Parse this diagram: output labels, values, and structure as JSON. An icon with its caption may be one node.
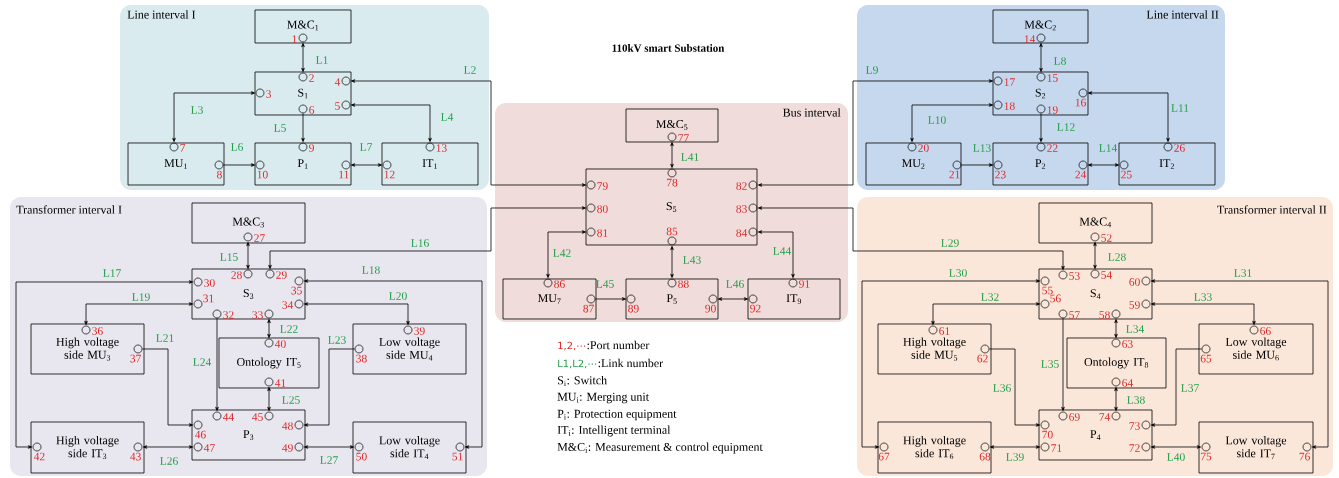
{
  "diagram": {
    "title": "110kV smart Substation",
    "nodes": [
      {
        "text": [
          "Line interval I"
        ]
      },
      {
        "text": [
          "M&C$_{1}$"
        ],
        "in": 0
      },
      {
        "text": [
          "S$_{1}$"
        ],
        "in": 0
      },
      {
        "text": [
          "MU$_{1}$"
        ],
        "in": 0
      },
      {
        "text": [
          "P$_{1}$"
        ],
        "in": 0
      },
      {
        "text": [
          "IT$_{1}$"
        ],
        "in": 0
      },
      {
        "text": [],
        "shape": "circle",
        "beside": [
          "1"
        ],
        "in": 1
      },
      {
        "text": [],
        "shape": "circle",
        "beside": [
          "2"
        ],
        "in": 2
      },
      {
        "text": [],
        "shape": "circle",
        "beside": [
          "3"
        ],
        "in": 2
      },
      {
        "text": [],
        "shape": "circle",
        "beside": [
          "4"
        ],
        "in": 2
      },
      {
        "text": [],
        "shape": "circle",
        "beside": [
          "5"
        ],
        "in": 2
      },
      {
        "text": [],
        "shape": "circle",
        "beside": [
          "6"
        ],
        "in": 2
      },
      {
        "text": [],
        "shape": "circle",
        "beside": [
          "7"
        ],
        "in": 3
      },
      {
        "text": [],
        "shape": "circle",
        "beside": [
          "8"
        ],
        "in": 3
      },
      {
        "text": [],
        "shape": "circle",
        "beside": [
          "9"
        ],
        "in": 4
      },
      {
        "text": [],
        "shape": "circle",
        "beside": [
          "10"
        ],
        "in": 4
      },
      {
        "text": [],
        "shape": "circle",
        "beside": [
          "11"
        ],
        "in": 4
      },
      {
        "text": [],
        "shape": "circle",
        "beside": [
          "12"
        ],
        "in": 5
      },
      {
        "text": [],
        "shape": "circle",
        "beside": [
          "13"
        ],
        "in": 5
      },
      {
        "text": [
          "Line interval II"
        ]
      },
      {
        "text": [
          "M&C$_{2}$"
        ],
        "in": 19
      },
      {
        "text": [
          "S$_{2}$"
        ],
        "in": 19
      },
      {
        "text": [
          "MU$_{2}$"
        ],
        "in": 19
      },
      {
        "text": [
          "P$_{2}$"
        ],
        "in": 19
      },
      {
        "text": [
          "IT$_{2}$"
        ],
        "in": 19
      },
      {
        "text": [],
        "shape": "circle",
        "beside": [
          "14"
        ],
        "in": 20
      },
      {
        "text": [],
        "shape": "circle",
        "beside": [
          "15"
        ],
        "in": 21
      },
      {
        "text": [],
        "shape": "circle",
        "beside": [
          "16"
        ],
        "in": 21
      },
      {
        "text": [],
        "shape": "circle",
        "beside": [
          "17"
        ],
        "in": 21
      },
      {
        "text": [],
        "shape": "circle",
        "beside": [
          "18"
        ],
        "in": 21
      },
      {
        "text": [],
        "shape": "circle",
        "beside": [
          "19"
        ],
        "in": 21
      },
      {
        "text": [],
        "shape": "circle",
        "beside": [
          "20"
        ],
        "in": 22
      },
      {
        "text": [],
        "shape": "circle",
        "beside": [
          "21"
        ],
        "in": 22
      },
      {
        "text": [],
        "shape": "circle",
        "beside": [
          "22"
        ],
        "in": 23
      },
      {
        "text": [],
        "shape": "circle",
        "beside": [
          "23"
        ],
        "in": 23
      },
      {
        "text": [],
        "shape": "circle",
        "beside": [
          "24"
        ],
        "in": 23
      },
      {
        "text": [],
        "shape": "circle",
        "beside": [
          "25"
        ],
        "in": 24
      },
      {
        "text": [],
        "shape": "circle",
        "beside": [
          "26"
        ],
        "in": 24
      },
      {
        "text": [
          "Bus interval"
        ]
      },
      {
        "text": [
          "M&C$_{5}$"
        ],
        "in": 38
      },
      {
        "text": [
          "S$_{5}$"
        ],
        "in": 38
      },
      {
        "text": [
          "MU$_{7}$"
        ],
        "in": 38
      },
      {
        "text": [
          "P$_{5}$"
        ],
        "in": 38
      },
      {
        "text": [
          "IT$_{9}$"
        ],
        "in": 38
      },
      {
        "text": [],
        "shape": "circle",
        "beside": [
          "77"
        ],
        "in": 39
      },
      {
        "text": [],
        "shape": "circle",
        "beside": [
          "78"
        ],
        "in": 40
      },
      {
        "text": [],
        "shape": "circle",
        "beside": [
          "79"
        ],
        "in": 40
      },
      {
        "text": [],
        "shape": "circle",
        "beside": [
          "80"
        ],
        "in": 40
      },
      {
        "text": [],
        "shape": "circle",
        "beside": [
          "81"
        ],
        "in": 40
      },
      {
        "text": [],
        "shape": "circle",
        "beside": [
          "82"
        ],
        "in": 40
      },
      {
        "text": [],
        "shape": "circle",
        "beside": [
          "83"
        ],
        "in": 40
      },
      {
        "text": [],
        "shape": "circle",
        "beside": [
          "84"
        ],
        "in": 40
      },
      {
        "text": [],
        "shape": "circle",
        "beside": [
          "85"
        ],
        "in": 40
      },
      {
        "text": [],
        "shape": "circle",
        "beside": [
          "86"
        ],
        "in": 41
      },
      {
        "text": [],
        "shape": "circle",
        "beside": [
          "87"
        ],
        "in": 41
      },
      {
        "text": [],
        "shape": "circle",
        "beside": [
          "88"
        ],
        "in": 42
      },
      {
        "text": [],
        "shape": "circle",
        "beside": [
          "89"
        ],
        "in": 42
      },
      {
        "text": [],
        "shape": "circle",
        "beside": [
          "90"
        ],
        "in": 42
      },
      {
        "text": [],
        "shape": "circle",
        "beside": [
          "91"
        ],
        "in": 43
      },
      {
        "text": [],
        "shape": "circle",
        "beside": [
          "92"
        ],
        "in": 43
      },
      {
        "text": [
          "Transformer interval I"
        ]
      },
      {
        "text": [
          "M&C$_{3}$"
        ],
        "in": 60
      },
      {
        "text": [
          "S$_{3}$"
        ],
        "in": 60
      },
      {
        "text": [
          "High voltage side MU$_{3}$"
        ],
        "in": 60
      },
      {
        "text": [
          "Ontology IT$_{5}$"
        ],
        "in": 60
      },
      {
        "text": [
          "Low voltage side MU$_{4}$"
        ],
        "in": 60
      },
      {
        "text": [
          "P$_{3}$"
        ],
        "in": 60
      },
      {
        "text": [
          "High voltage side IT$_{3}$"
        ],
        "in": 60
      },
      {
        "text": [
          "Low voltage side IT$_{4}$"
        ],
        "in": 60
      },
      {
        "text": [],
        "shape": "circle",
        "beside": [
          "27"
        ],
        "in": 61
      },
      {
        "text": [],
        "shape": "circle",
        "beside": [
          "28"
        ],
        "in": 62
      },
      {
        "text": [],
        "shape": "circle",
        "beside": [
          "29"
        ],
        "in": 62
      },
      {
        "text": [],
        "shape": "circle",
        "beside": [
          "30"
        ],
        "in": 62
      },
      {
        "text": [],
        "shape": "circle",
        "beside": [
          "31"
        ],
        "in": 62
      },
      {
        "text": [],
        "shape": "circle",
        "beside": [
          "32"
        ],
        "in": 62
      },
      {
        "text": [],
        "shape": "circle",
        "beside": [
          "33"
        ],
        "in": 62
      },
      {
        "text": [],
        "shape": "circle",
        "beside": [
          "34"
        ],
        "in": 62
      },
      {
        "text": [],
        "shape": "circle",
        "beside": [
          "35"
        ],
        "in": 62
      },
      {
        "text": [],
        "shape": "circle",
        "beside": [
          "36"
        ],
        "in": 63
      },
      {
        "text": [],
        "shape": "circle",
        "beside": [
          "37"
        ],
        "in": 63
      },
      {
        "text": [],
        "shape": "circle",
        "beside": [
          "38"
        ],
        "in": 65
      },
      {
        "text": [],
        "shape": "circle",
        "beside": [
          "39"
        ],
        "in": 65
      },
      {
        "text": [],
        "shape": "circle",
        "beside": [
          "40"
        ],
        "in": 64
      },
      {
        "text": [],
        "shape": "circle",
        "beside": [
          "41"
        ],
        "in": 64
      },
      {
        "text": [],
        "shape": "circle",
        "beside": [
          "42"
        ],
        "in": 67
      },
      {
        "text": [],
        "shape": "circle",
        "beside": [
          "43"
        ],
        "in": 67
      },
      {
        "text": [],
        "shape": "circle",
        "beside": [
          "44"
        ],
        "in": 66
      },
      {
        "text": [],
        "shape": "circle",
        "beside": [
          "45"
        ],
        "in": 66
      },
      {
        "text": [],
        "shape": "circle",
        "beside": [
          "46"
        ],
        "in": 66
      },
      {
        "text": [],
        "shape": "circle",
        "beside": [
          "47"
        ],
        "in": 66
      },
      {
        "text": [],
        "shape": "circle",
        "beside": [
          "48"
        ],
        "in": 66
      },
      {
        "text": [],
        "shape": "circle",
        "beside": [
          "49"
        ],
        "in": 66
      },
      {
        "text": [],
        "shape": "circle",
        "beside": [
          "50"
        ],
        "in": 68
      },
      {
        "text": [],
        "shape": "circle",
        "beside": [
          "51"
        ],
        "in": 68
      },
      {
        "text": [
          "Transformer interval II"
        ]
      },
      {
        "text": [
          "M&C$_{4}$"
        ],
        "in": 94
      },
      {
        "text": [
          "S$_{4}$"
        ],
        "in": 94
      },
      {
        "text": [
          "High voltage side MU$_{5}$"
        ],
        "in": 94
      },
      {
        "text": [
          "Ontology IT$_{8}$"
        ],
        "in": 94
      },
      {
        "text": [
          "Low voltage side MU$_{6}$"
        ],
        "in": 94
      },
      {
        "text": [
          "P$_{4}$"
        ],
        "in": 94
      },
      {
        "text": [
          "High voltage side IT$_{6}$"
        ],
        "in": 94
      },
      {
        "text": [
          "Low voltage side IT$_{7}$"
        ],
        "in": 94
      },
      {
        "text": [],
        "shape": "circle",
        "beside": [
          "52"
        ],
        "in": 95
      },
      {
        "text": [],
        "shape": "circle",
        "beside": [
          "53"
        ],
        "in": 96
      },
      {
        "text": [],
        "shape": "circle",
        "beside": [
          "54"
        ],
        "in": 96
      },
      {
        "text": [],
        "shape": "circle",
        "beside": [
          "55"
        ],
        "in": 96
      },
      {
        "text": [],
        "shape": "circle",
        "beside": [
          "56"
        ],
        "in": 96
      },
      {
        "text": [],
        "shape": "circle",
        "beside": [
          "57"
        ],
        "in": 96
      },
      {
        "text": [],
        "shape": "circle",
        "beside": [
          "58"
        ],
        "in": 96
      },
      {
        "text": [],
        "shape": "circle",
        "beside": [
          "59"
        ],
        "in": 96
      },
      {
        "text": [],
        "shape": "circle",
        "beside": [
          "60"
        ],
        "in": 96
      },
      {
        "text": [],
        "shape": "circle",
        "beside": [
          "61"
        ],
        "in": 97
      },
      {
        "text": [],
        "shape": "circle",
        "beside": [
          "62"
        ],
        "in": 97
      },
      {
        "text": [],
        "shape": "circle",
        "beside": [
          "63"
        ],
        "in": 98
      },
      {
        "text": [],
        "shape": "circle",
        "beside": [
          "64"
        ],
        "in": 98
      },
      {
        "text": [],
        "shape": "circle",
        "beside": [
          "65"
        ],
        "in": 99
      },
      {
        "text": [],
        "shape": "circle",
        "beside": [
          "66"
        ],
        "in": 99
      },
      {
        "text": [],
        "shape": "circle",
        "beside": [
          "67"
        ],
        "in": 101
      },
      {
        "text": [],
        "shape": "circle",
        "beside": [
          "68"
        ],
        "in": 101
      },
      {
        "text": [],
        "shape": "circle",
        "beside": [
          "69"
        ],
        "in": 100
      },
      {
        "text": [],
        "shape": "circle",
        "beside": [
          "70"
        ],
        "in": 100
      },
      {
        "text": [],
        "shape": "circle",
        "beside": [
          "71"
        ],
        "in": 100
      },
      {
        "text": [],
        "shape": "circle",
        "beside": [
          "72"
        ],
        "in": 100
      },
      {
        "text": [],
        "shape": "circle",
        "beside": [
          "73"
        ],
        "in": 100
      },
      {
        "text": [],
        "shape": "circle",
        "beside": [
          "74"
        ],
        "in": 100
      },
      {
        "text": [],
        "shape": "circle",
        "beside": [
          "75"
        ],
        "in": 102
      },
      {
        "text": [],
        "shape": "circle",
        "beside": [
          "76"
        ],
        "in": 102
      }
    ],
    "edges": [
      {
        "from": 6,
        "to": 7,
        "arrow": "both",
        "label": "L1"
      },
      {
        "from": 9,
        "to": 46,
        "arrow": "both",
        "label": "L2"
      },
      {
        "from": 8,
        "to": 12,
        "arrow": "both",
        "label": "L3"
      },
      {
        "from": 10,
        "to": 18,
        "arrow": "both",
        "label": "L4"
      },
      {
        "from": 11,
        "to": 14,
        "arrow": "to",
        "label": "L5"
      },
      {
        "from": 13,
        "to": 15,
        "arrow": "to",
        "label": "L6"
      },
      {
        "from": 16,
        "to": 17,
        "arrow": "both",
        "label": "L7"
      },
      {
        "from": 25,
        "to": 26,
        "arrow": "both",
        "label": "L8"
      },
      {
        "from": 28,
        "to": 49,
        "arrow": "both",
        "label": "L9"
      },
      {
        "from": 29,
        "to": 31,
        "arrow": "both",
        "label": "L10"
      },
      {
        "from": 27,
        "to": 37,
        "arrow": "both",
        "label": "L11"
      },
      {
        "from": 30,
        "to": 33,
        "arrow": "to",
        "label": "L12"
      },
      {
        "from": 32,
        "to": 34,
        "arrow": "to",
        "label": "L13"
      },
      {
        "from": 35,
        "to": 36,
        "arrow": "both",
        "label": "L14"
      },
      {
        "from": 69,
        "to": 70,
        "arrow": "both",
        "label": "L15"
      },
      {
        "from": 71,
        "to": 47,
        "arrow": "both",
        "label": "L16"
      },
      {
        "from": 72,
        "to": 84,
        "arrow": "both",
        "label": "L17"
      },
      {
        "from": 77,
        "to": 93,
        "arrow": "both",
        "label": "L18"
      },
      {
        "from": 73,
        "to": 78,
        "arrow": "both",
        "label": "L19"
      },
      {
        "from": 76,
        "to": 81,
        "arrow": "both",
        "label": "L20"
      },
      {
        "from": 79,
        "to": 88,
        "arrow": "to",
        "label": "L21"
      },
      {
        "from": 75,
        "to": 82,
        "arrow": "both",
        "label": "L22"
      },
      {
        "from": 80,
        "to": 90,
        "arrow": "to",
        "label": "L23"
      },
      {
        "from": 74,
        "to": 86,
        "arrow": "to",
        "label": "L24"
      },
      {
        "from": 83,
        "to": 87,
        "arrow": "both",
        "label": "L25"
      },
      {
        "from": 85,
        "to": 89,
        "arrow": "both",
        "label": "L26"
      },
      {
        "from": 91,
        "to": 92,
        "arrow": "both",
        "label": "L27"
      },
      {
        "from": 103,
        "to": 105,
        "arrow": "both",
        "label": "L28"
      },
      {
        "from": 104,
        "to": 50,
        "arrow": "both",
        "label": "L29"
      },
      {
        "from": 106,
        "to": 118,
        "arrow": "both",
        "label": "L30"
      },
      {
        "from": 111,
        "to": 127,
        "arrow": "both",
        "label": "L31"
      },
      {
        "from": 107,
        "to": 112,
        "arrow": "both",
        "label": "L32"
      },
      {
        "from": 110,
        "to": 117,
        "arrow": "both",
        "label": "L33"
      },
      {
        "from": 109,
        "to": 114,
        "arrow": "both",
        "label": "L34"
      },
      {
        "from": 108,
        "to": 120,
        "arrow": "to",
        "label": "L35"
      },
      {
        "from": 113,
        "to": 121,
        "arrow": "to",
        "label": "L36"
      },
      {
        "from": 116,
        "to": 124,
        "arrow": "to",
        "label": "L37"
      },
      {
        "from": 115,
        "to": 125,
        "arrow": "both",
        "label": "L38"
      },
      {
        "from": 119,
        "to": 122,
        "arrow": "both",
        "label": "L39"
      },
      {
        "from": 123,
        "to": 126,
        "arrow": "both",
        "label": "L40"
      },
      {
        "from": 44,
        "to": 45,
        "arrow": "both",
        "label": "L41"
      },
      {
        "from": 48,
        "to": 53,
        "arrow": "both",
        "label": "L42"
      },
      {
        "from": 52,
        "to": 55,
        "arrow": "both",
        "label": "L43"
      },
      {
        "from": 51,
        "to": 58,
        "arrow": "both",
        "label": "L44"
      },
      {
        "from": 54,
        "to": 56,
        "arrow": "to",
        "label": "L45"
      },
      {
        "from": 57,
        "to": 59,
        "arrow": "both",
        "label": "L46"
      }
    ],
    "labels": [
      "1,2,⋯",
      ":Port number",
      "L1,L2,⋯",
      ":Link number",
      "S$_{i}$: Switch",
      "MU$_{i}$: Merging unit",
      "P$_{i}$: Protection equipment",
      "IT$_{i}$: Intelligent terminal",
      "M&C$_{i}$: Measurement & control equipment"
    ]
  }
}
